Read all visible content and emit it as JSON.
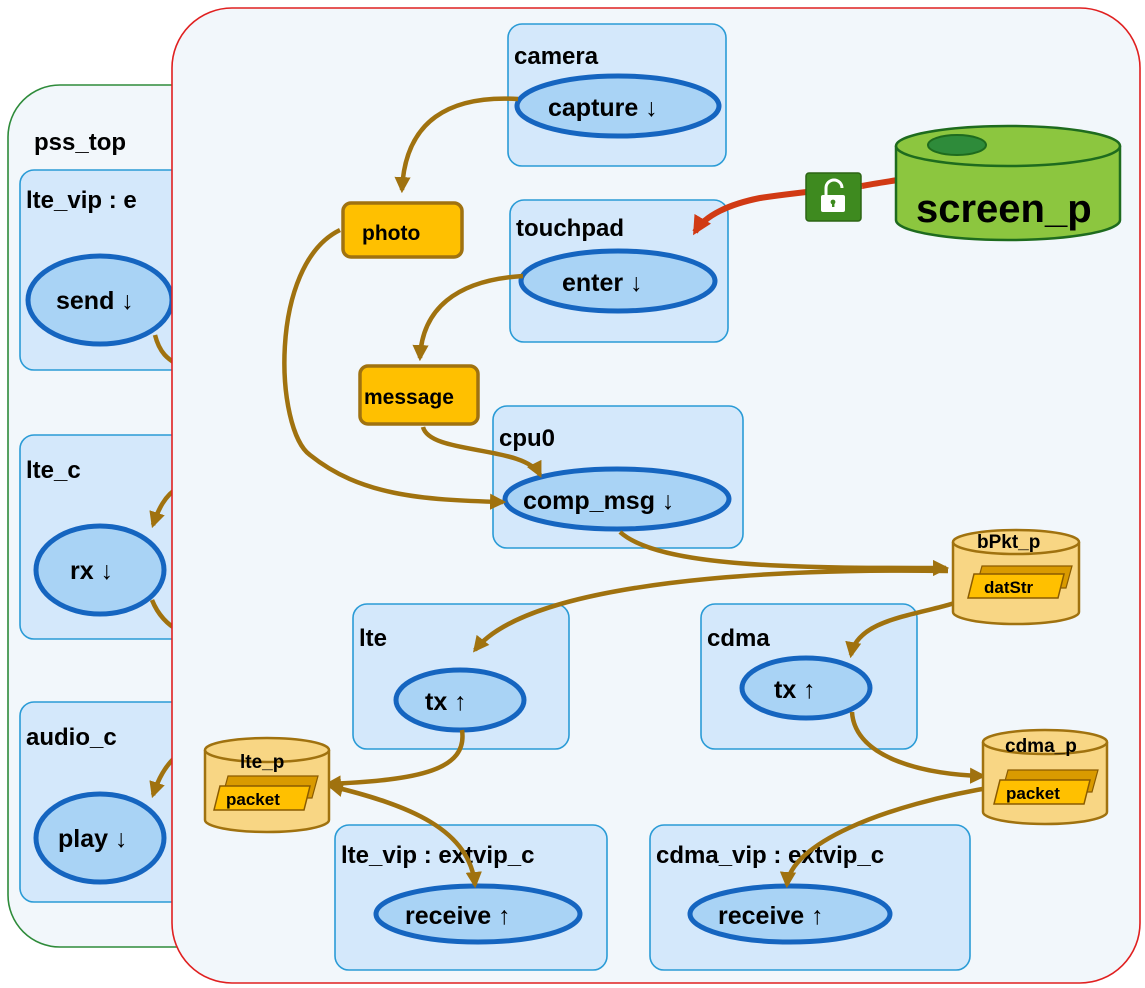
{
  "outer_container": {
    "label": "pss_top"
  },
  "left_components": [
    {
      "id": "lte_vip_left",
      "label": "lte_vip : e",
      "method": "send ↓"
    },
    {
      "id": "lte_c",
      "label": "lte_c",
      "method": "rx ↓"
    },
    {
      "id": "audio_c",
      "label": "audio_c",
      "method": "play ↓"
    }
  ],
  "components": {
    "camera": {
      "label": "camera",
      "method": "capture ↓"
    },
    "touchpad": {
      "label": "touchpad",
      "method": "enter ↓"
    },
    "cpu0": {
      "label": "cpu0",
      "method": "comp_msg ↓"
    },
    "lte": {
      "label": "lte",
      "method": "tx ↑"
    },
    "cdma": {
      "label": "cdma",
      "method": "tx ↑"
    },
    "lte_vip": {
      "label": "lte_vip : extvip_c",
      "method": "receive ↑"
    },
    "cdma_vip": {
      "label": "cdma_vip : extvip_c",
      "method": "receive ↑"
    }
  },
  "data_items": {
    "photo": "photo",
    "message": "message"
  },
  "pools": {
    "screen_p": {
      "label": "screen_p"
    },
    "bPkt_p": {
      "label": "bPkt_p",
      "tag": "datStr"
    },
    "lte_p": {
      "label": "lte_p",
      "tag": "packet"
    },
    "cdma_p": {
      "label": "cdma_p",
      "tag": "packet"
    }
  },
  "icons": {
    "lock": "lock-icon"
  },
  "colors": {
    "component_fill": "#d4e8fb",
    "component_border": "#2a9bd6",
    "action_fill": "#a9d3f5",
    "action_border": "#1565c0",
    "flow_line": "#a0720f",
    "data_item": "#ffc000",
    "resource_pool": "#8cc63f",
    "lock_arrow": "#d13a14",
    "outer_border": "#2e8b3a",
    "inner_border": "#e02020"
  }
}
